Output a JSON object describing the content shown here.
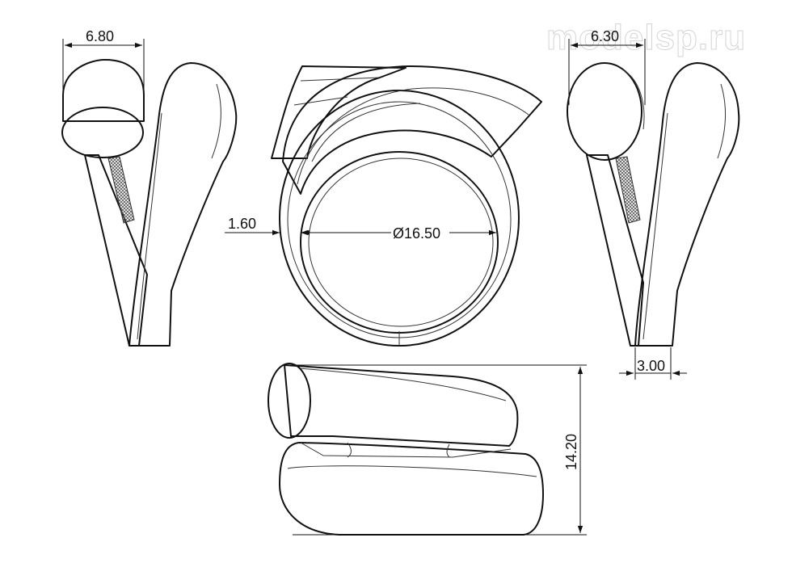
{
  "watermark": "modelsp.ru",
  "dimensions": {
    "front_width": "6.80",
    "band_thickness": "1.60",
    "inner_diameter": "Ø16.50",
    "side_width": "6.30",
    "shank_width": "3.00",
    "height": "14.20"
  },
  "colors": {
    "line": "#111111",
    "face_fill": "#d0d0d0",
    "body_fill": "#ffffff",
    "shade": "#bdbdbd"
  }
}
